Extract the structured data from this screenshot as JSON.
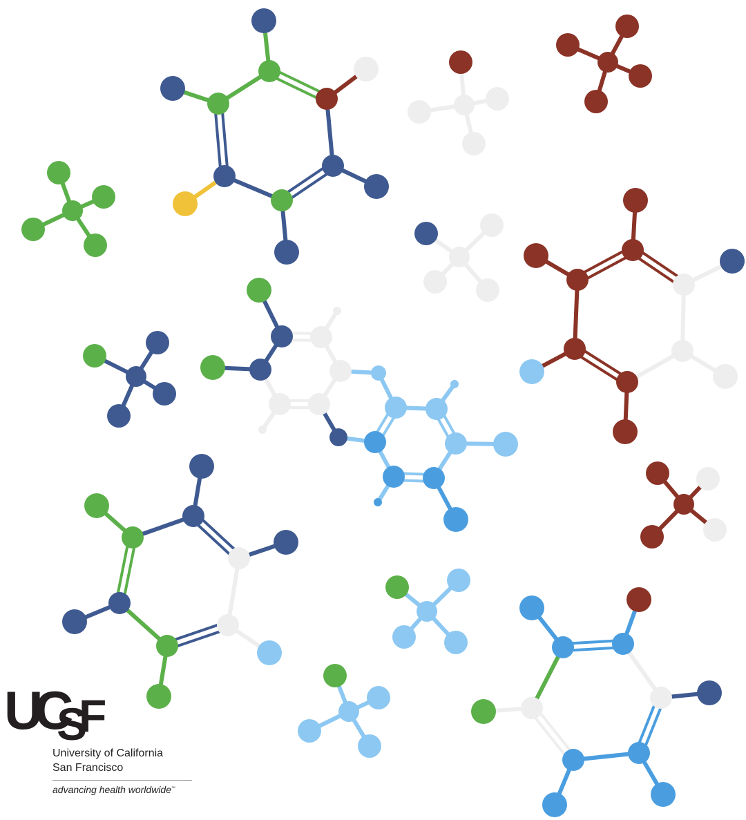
{
  "logo": {
    "wordmark": "UCSF",
    "wordmark_parts": [
      "U",
      "C",
      "S",
      "F"
    ],
    "name_line1": "University of California",
    "name_line2": "San Francisco",
    "tagline": "advancing health worldwide",
    "tagline_mark": "™"
  },
  "colors": {
    "green": "#5cb04a",
    "navy": "#3f5a91",
    "rust": "#8a3326",
    "sky": "#8cc8f2",
    "blue": "#4a9ee0",
    "pale": "#eeeeee",
    "yellow": "#f0c23a",
    "text": "#231f20"
  }
}
